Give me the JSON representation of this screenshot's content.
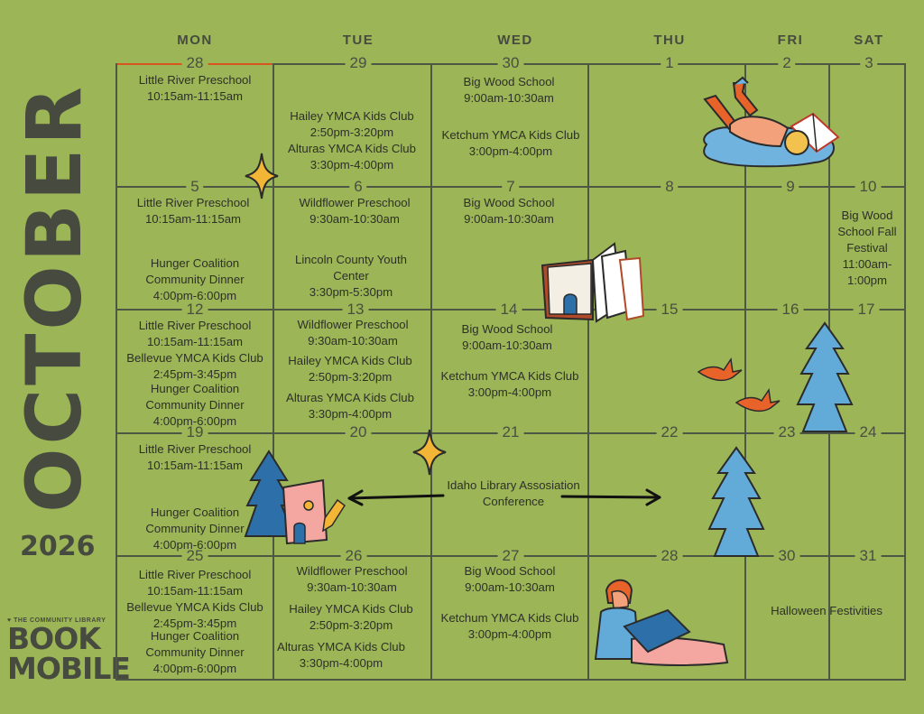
{
  "title": "OCTOBER",
  "year": "2026",
  "logo": {
    "small": "♥ THE COMMUNITY LIBRARY",
    "line1": "BOOK",
    "line2": "MOBILE"
  },
  "days": [
    "MON",
    "TUE",
    "WED",
    "THU",
    "FRI",
    "SAT"
  ],
  "week1": [
    "28",
    "29",
    "30",
    "1",
    "2",
    "3"
  ],
  "week2": [
    "5",
    "6",
    "7",
    "8",
    "9",
    "10"
  ],
  "week3": [
    "12",
    "13",
    "14",
    "15",
    "16",
    "17"
  ],
  "week4": [
    "19",
    "20",
    "21",
    "22",
    "23",
    "24"
  ],
  "week5": [
    "25",
    "26",
    "27",
    "28",
    "30",
    "31"
  ],
  "events": {
    "lrp_name": "Little River Preschool",
    "lrp_time": "10:15am-11:15am",
    "hy_name": "Hailey YMCA Kids Club",
    "hy_time": "2:50pm-3:20pm",
    "al_name": "Alturas YMCA Kids Club",
    "al_time": "3:30pm-4:00pm",
    "bw_name": "Big Wood School",
    "bw_time": "9:00am-10:30am",
    "kc_name": "Ketchum YMCA Kids Club",
    "kc_time": "3:00pm-4:00pm",
    "wf_name": "Wildflower Preschool",
    "wf_time": "9:30am-10:30am",
    "hc_line1": "Hunger Coalition",
    "hc_line2": "Community Dinner",
    "hc_time": "4:00pm-6:00pm",
    "lc_line1": "Lincoln County Youth",
    "lc_line2": "Center",
    "lc_time": "3:30pm-5:30pm",
    "fest_line1": "Big Wood",
    "fest_line2": "School Fall",
    "fest_line3": "Festival",
    "fest_line4": "11:00am-",
    "fest_line5": "1:00pm",
    "bv_name": "Bellevue YMCA Kids Club",
    "bv_time": "2:45pm-3:45pm",
    "idaho_line1": "Idaho Library Assosiation",
    "idaho_line2": "Conference",
    "halloween": "Halloween Festivities"
  },
  "colors": {
    "background": "#9cb556",
    "grid": "#4e5744",
    "accent": "#d8551f",
    "tree": "#5fa6d6",
    "star": "#f2b535"
  }
}
